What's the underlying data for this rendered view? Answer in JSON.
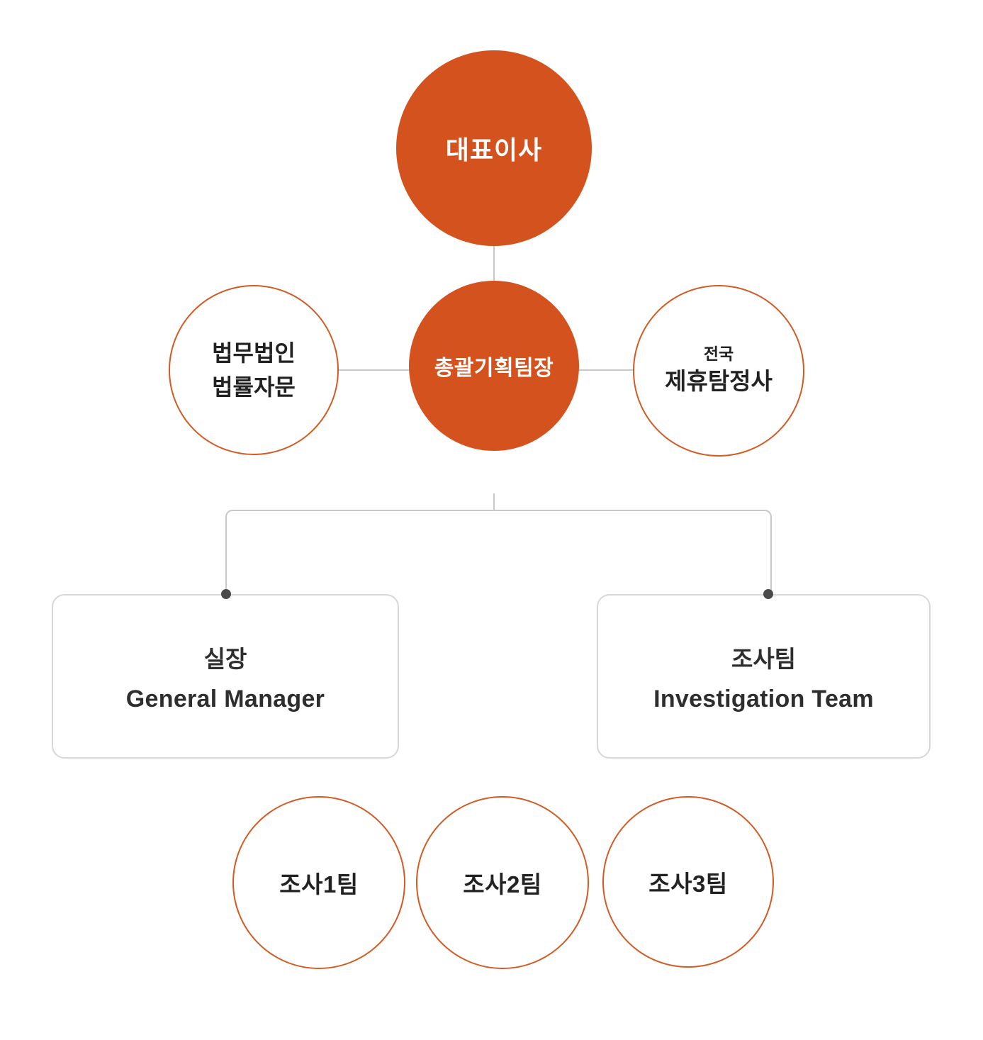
{
  "colors": {
    "accent_orange_fill": "#d3521e",
    "accent_orange_stroke": "#d45a24",
    "connector_line": "#c9c9c9",
    "connector_dot": "#4a4a4a",
    "box_border": "#d7d7d7",
    "text_dark": "#2e2e2e",
    "text_white": "#ffffff"
  },
  "org_chart": {
    "ceo": {
      "label": "대표이사"
    },
    "planning_lead": {
      "label": "총괄기획팀장"
    },
    "legal_advisory": {
      "line1": "법무법인",
      "line2": "법률자문"
    },
    "partner_detectives": {
      "line1": "전국",
      "line2": "제휴탐정사"
    },
    "general_manager": {
      "title_ko": "실장",
      "title_en": "General Manager"
    },
    "investigation_team": {
      "title_ko": "조사팀",
      "title_en": "Investigation Team"
    },
    "sub_teams": [
      {
        "label": "조사1팀"
      },
      {
        "label": "조사2팀"
      },
      {
        "label": "조사3팀"
      }
    ]
  }
}
